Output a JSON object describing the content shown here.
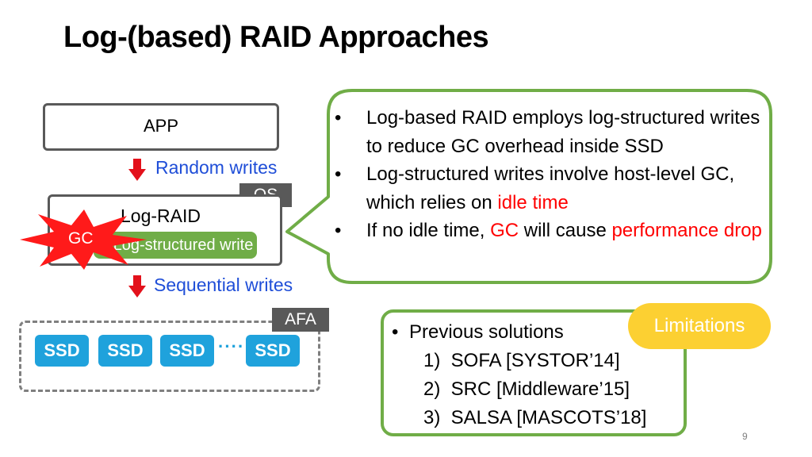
{
  "slide": {
    "title": "Log-(based) RAID Approaches",
    "page_number": "9"
  },
  "diagram": {
    "app_label": "APP",
    "random_writes": "Random writes",
    "os_tag": "OS",
    "log_raid_label": "Log-RAID",
    "log_structured_write": "Log-structured write",
    "gc_burst": "GC",
    "sequential_writes": "Sequential writes",
    "afa_tag": "AFA",
    "ssds": [
      "SSD",
      "SSD",
      "SSD",
      "SSD"
    ],
    "ssd_dots": "····"
  },
  "callout": {
    "bullets": [
      {
        "parts": [
          {
            "text": "Log-based RAID employs log-structured writes to reduce GC overhead inside SSD",
            "highlight": false
          }
        ]
      },
      {
        "parts": [
          {
            "text": "Log-structured writes involve host-level GC, which relies on ",
            "highlight": false
          },
          {
            "text": "idle time",
            "highlight": true
          }
        ]
      },
      {
        "parts": [
          {
            "text": "If no idle time, ",
            "highlight": false
          },
          {
            "text": "GC",
            "highlight": true
          },
          {
            "text": " will cause ",
            "highlight": false
          },
          {
            "text": "performance drop",
            "highlight": true
          }
        ]
      }
    ]
  },
  "previous": {
    "heading": "Previous solutions",
    "items": [
      {
        "num": "1)",
        "text": "SOFA [SYSTOR’14]"
      },
      {
        "num": "2)",
        "text": "SRC [Middleware’15]"
      },
      {
        "num": "3)",
        "text": "SALSA [MASCOTS’18]"
      }
    ],
    "badge": "Limitations"
  },
  "colors": {
    "accent_green": "#70ad47",
    "flow_blue": "#1f4ed8",
    "ssd_blue": "#1fa2dc",
    "highlight_red": "#ff0000",
    "badge_yellow": "#fcd032",
    "tag_gray": "#595959"
  }
}
